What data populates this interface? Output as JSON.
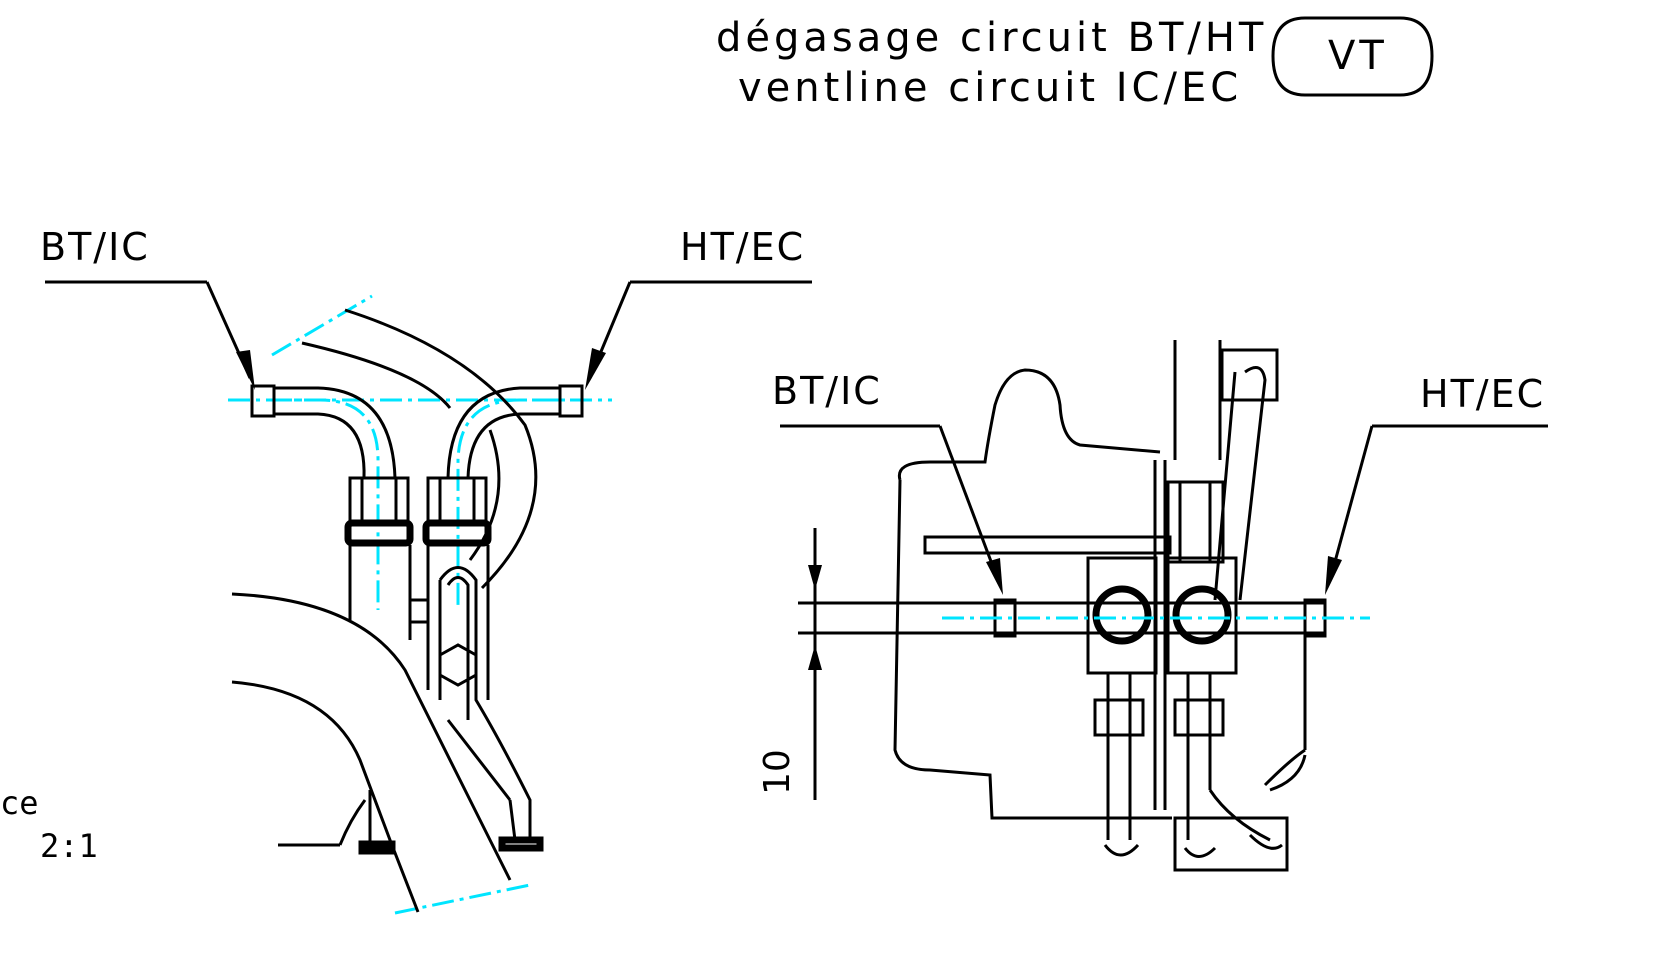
{
  "header": {
    "line1": "dégasage circuit BT/HT",
    "line2": "ventline circuit IC/EC",
    "badge": "VT"
  },
  "left_view": {
    "label_left": "BT/IC",
    "label_right": "HT/EC",
    "scale_prefix": "ce",
    "scale": "2:1"
  },
  "right_view": {
    "label_left": "BT/IC",
    "label_right": "HT/EC",
    "dimension": "10"
  },
  "colors": {
    "lines": "#000000",
    "centerlines": "#00e5ff",
    "background": "#ffffff"
  }
}
